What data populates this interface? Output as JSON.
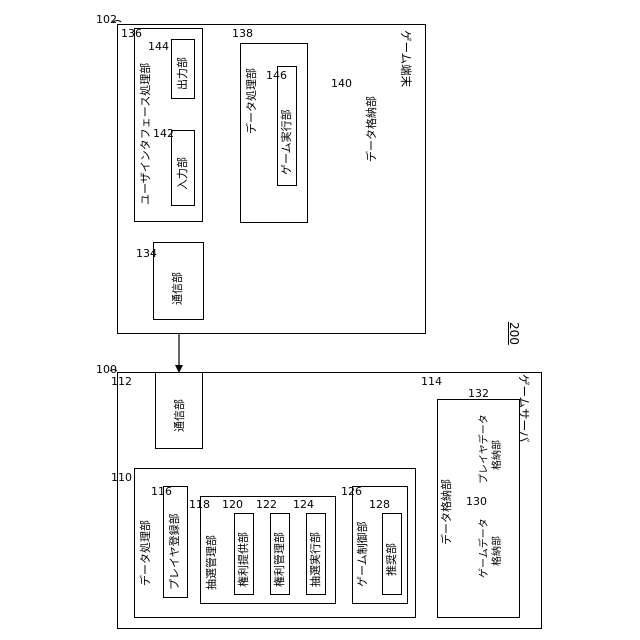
{
  "figure_number": "200",
  "game_terminal": {
    "caption": "ゲーム端末",
    "ref": "102",
    "ui_processing": {
      "label": "ユーザインタフェース処理部",
      "ref": "136"
    },
    "output": {
      "label": "出力部",
      "ref": "144"
    },
    "input": {
      "label": "入力部",
      "ref": "142"
    },
    "data_processing": {
      "label": "データ処理部",
      "ref": "138"
    },
    "game_execution": {
      "label": "ゲーム実行部",
      "ref": "146"
    },
    "data_storage": {
      "label": "データ格納部",
      "ref": "140"
    },
    "communication": {
      "label": "通信部",
      "ref": "134"
    }
  },
  "game_server": {
    "caption": "ゲームサーバ",
    "ref": "100",
    "communication": {
      "label": "通信部",
      "ref": "112"
    },
    "data_processing": {
      "label": "データ処理部",
      "ref": "110"
    },
    "player_registration": {
      "label": "プレイヤ登録部",
      "ref": "116"
    },
    "lottery_management": {
      "label": "抽選管理部",
      "ref": "118"
    },
    "rights_provision": {
      "label": "権利提供部",
      "ref": "120"
    },
    "rights_management": {
      "label": "権利管理部",
      "ref": "122"
    },
    "lottery_execution": {
      "label": "抽選実行部",
      "ref": "124"
    },
    "game_control": {
      "label": "ゲーム制御部",
      "ref": "126"
    },
    "recommendation": {
      "label": "推奨部",
      "ref": "128"
    },
    "data_storage": {
      "label": "データ格納部",
      "ref": "114"
    },
    "player_data": {
      "label_line1": "プレイヤデータ",
      "label_line2": "格納部",
      "ref": "132"
    },
    "game_data": {
      "label_line1": "ゲームデータ",
      "label_line2": "格納部",
      "ref": "130"
    }
  }
}
